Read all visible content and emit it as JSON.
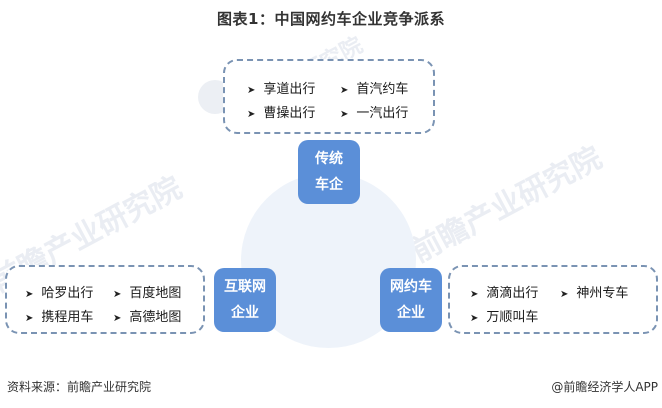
{
  "title": "图表1：中国网约车企业竞争派系",
  "watermark": "前瞻产业研究院",
  "groups": {
    "traditional": {
      "label_line1": "传统",
      "label_line2": "车企",
      "items": [
        "享道出行",
        "首汽约车",
        "曹操出行",
        "一汽出行"
      ]
    },
    "internet": {
      "label_line1": "互联网",
      "label_line2": "企业",
      "items": [
        "哈罗出行",
        "百度地图",
        "携程用车",
        "高德地图"
      ]
    },
    "ridehailing": {
      "label_line1": "网约车",
      "label_line2": "企业",
      "items": [
        "滴滴出行",
        "神州专车",
        "万顺叫车"
      ]
    }
  },
  "bullet": "➤",
  "footer": {
    "source": "资料来源：前瞻产业研究院",
    "credit": "@前瞻经济学人APP"
  },
  "colors": {
    "node": "#5b8fd8",
    "dash_border": "#7a93b3",
    "circle": "#eef3fa"
  }
}
